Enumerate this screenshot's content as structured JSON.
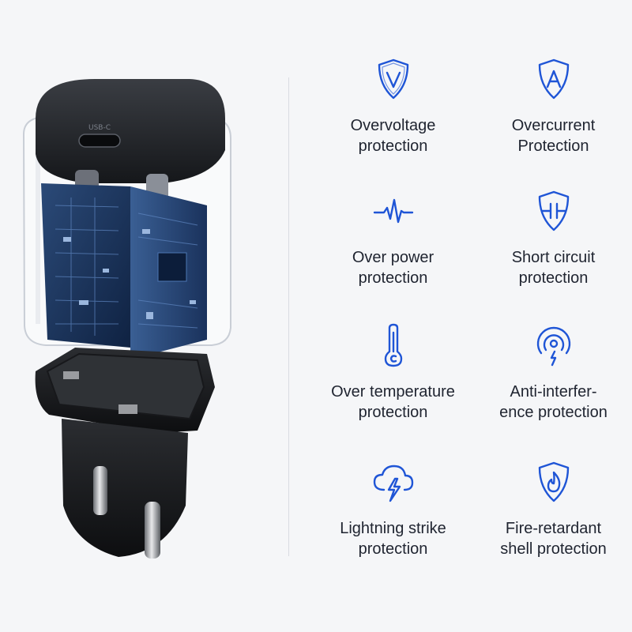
{
  "accent_color": "#1f55d6",
  "product": {
    "port_label": "USB-C"
  },
  "features": [
    {
      "icon": "shield-v-icon",
      "lines": [
        "Overvoltage",
        "protection"
      ]
    },
    {
      "icon": "shield-a-icon",
      "lines": [
        "Overcurrent",
        "Protection"
      ]
    },
    {
      "icon": "pulse-icon",
      "lines": [
        "Over power",
        "protection"
      ]
    },
    {
      "icon": "shield-circuit-icon",
      "lines": [
        "Short circuit",
        "protection"
      ]
    },
    {
      "icon": "thermometer-icon",
      "lines": [
        "Over temperature",
        "protection"
      ]
    },
    {
      "icon": "signal-icon",
      "lines": [
        "Anti-interfer-",
        "ence protection"
      ]
    },
    {
      "icon": "storm-cloud-icon",
      "lines": [
        "Lightning strike",
        "protection"
      ]
    },
    {
      "icon": "shield-flame-icon",
      "lines": [
        "Fire-retardant",
        "shell protection"
      ]
    }
  ]
}
